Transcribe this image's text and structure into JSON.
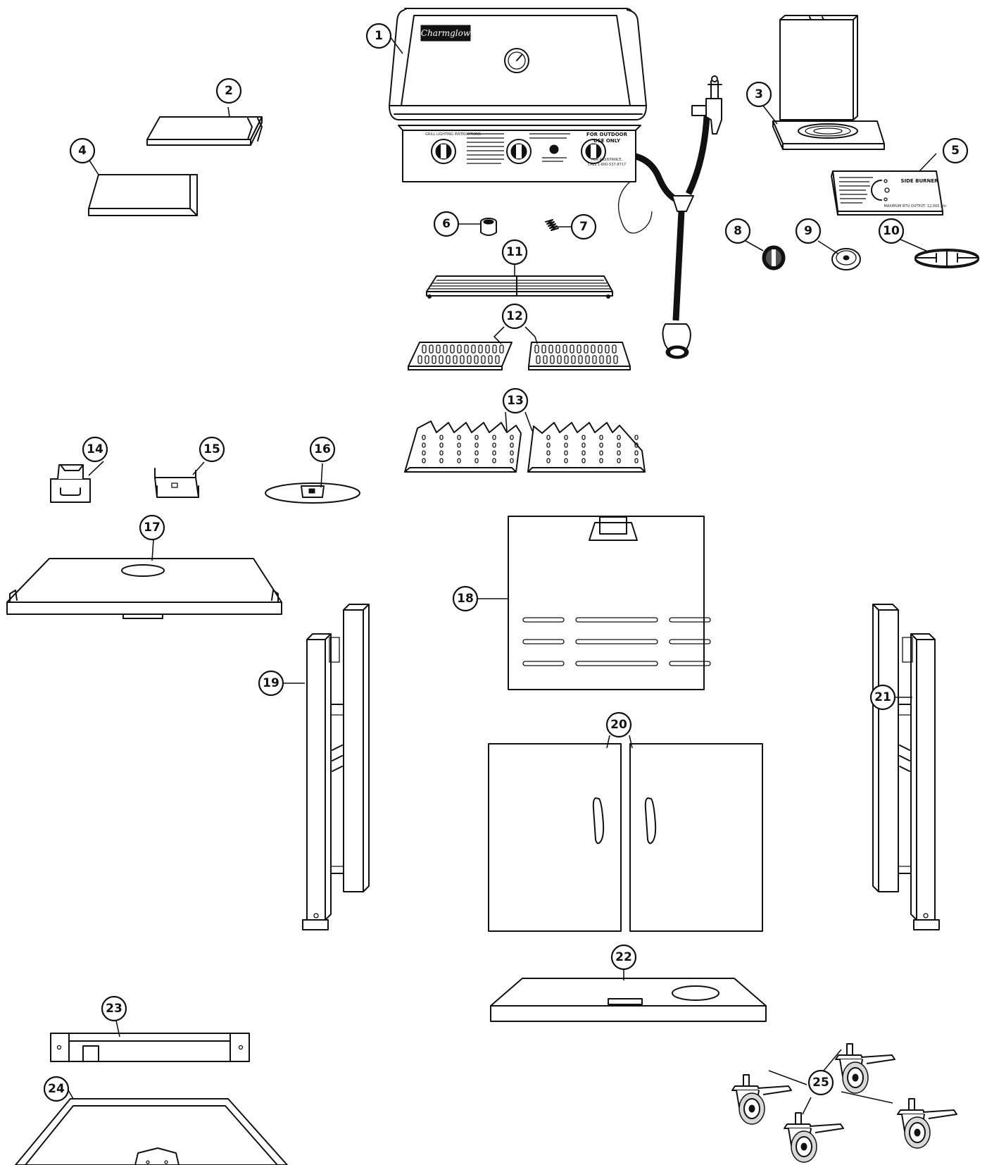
{
  "diagram": {
    "brand_logo": "Charmglow",
    "grill_panel": {
      "lighting_heading": "GRILL LIGHTING INSTRUCTIONS",
      "outdoor_line1": "FOR OUTDOOR",
      "outdoor_line2": "USE ONLY",
      "assistance_line1": "FOR ASSISTANCE,",
      "assistance_line2": "CALL 1-800-537-8717"
    },
    "side_burner_panel": {
      "title": "SIDE BURNER",
      "rating": "MAXIMUM BTU OUTPUT: 12,000 / hr"
    },
    "callouts": [
      {
        "label": "1",
        "name": "grill-head-lid"
      },
      {
        "label": "2",
        "name": "right-side-shelf"
      },
      {
        "label": "3",
        "name": "side-burner-assembly"
      },
      {
        "label": "4",
        "name": "left-side-shelf"
      },
      {
        "label": "5",
        "name": "side-burner-control-panel"
      },
      {
        "label": "6",
        "name": "control-knob-small"
      },
      {
        "label": "7",
        "name": "electrode-spring"
      },
      {
        "label": "8",
        "name": "side-burner-knob"
      },
      {
        "label": "9",
        "name": "burner-cap"
      },
      {
        "label": "10",
        "name": "side-burner-grate"
      },
      {
        "label": "11",
        "name": "warming-rack"
      },
      {
        "label": "12",
        "name": "cooking-grids"
      },
      {
        "label": "13",
        "name": "heat-plates"
      },
      {
        "label": "14",
        "name": "grease-cup-holder"
      },
      {
        "label": "15",
        "name": "grease-cup-bracket"
      },
      {
        "label": "16",
        "name": "tank-holder-plate"
      },
      {
        "label": "17",
        "name": "cart-top-shelf"
      },
      {
        "label": "18",
        "name": "cart-back-panel"
      },
      {
        "label": "19",
        "name": "left-cart-side-frame"
      },
      {
        "label": "20",
        "name": "cart-doors"
      },
      {
        "label": "21",
        "name": "right-cart-side-frame"
      },
      {
        "label": "22",
        "name": "cart-bottom-shelf"
      },
      {
        "label": "23",
        "name": "front-cross-brace"
      },
      {
        "label": "24",
        "name": "grease-tray"
      },
      {
        "label": "25",
        "name": "casters"
      }
    ]
  }
}
